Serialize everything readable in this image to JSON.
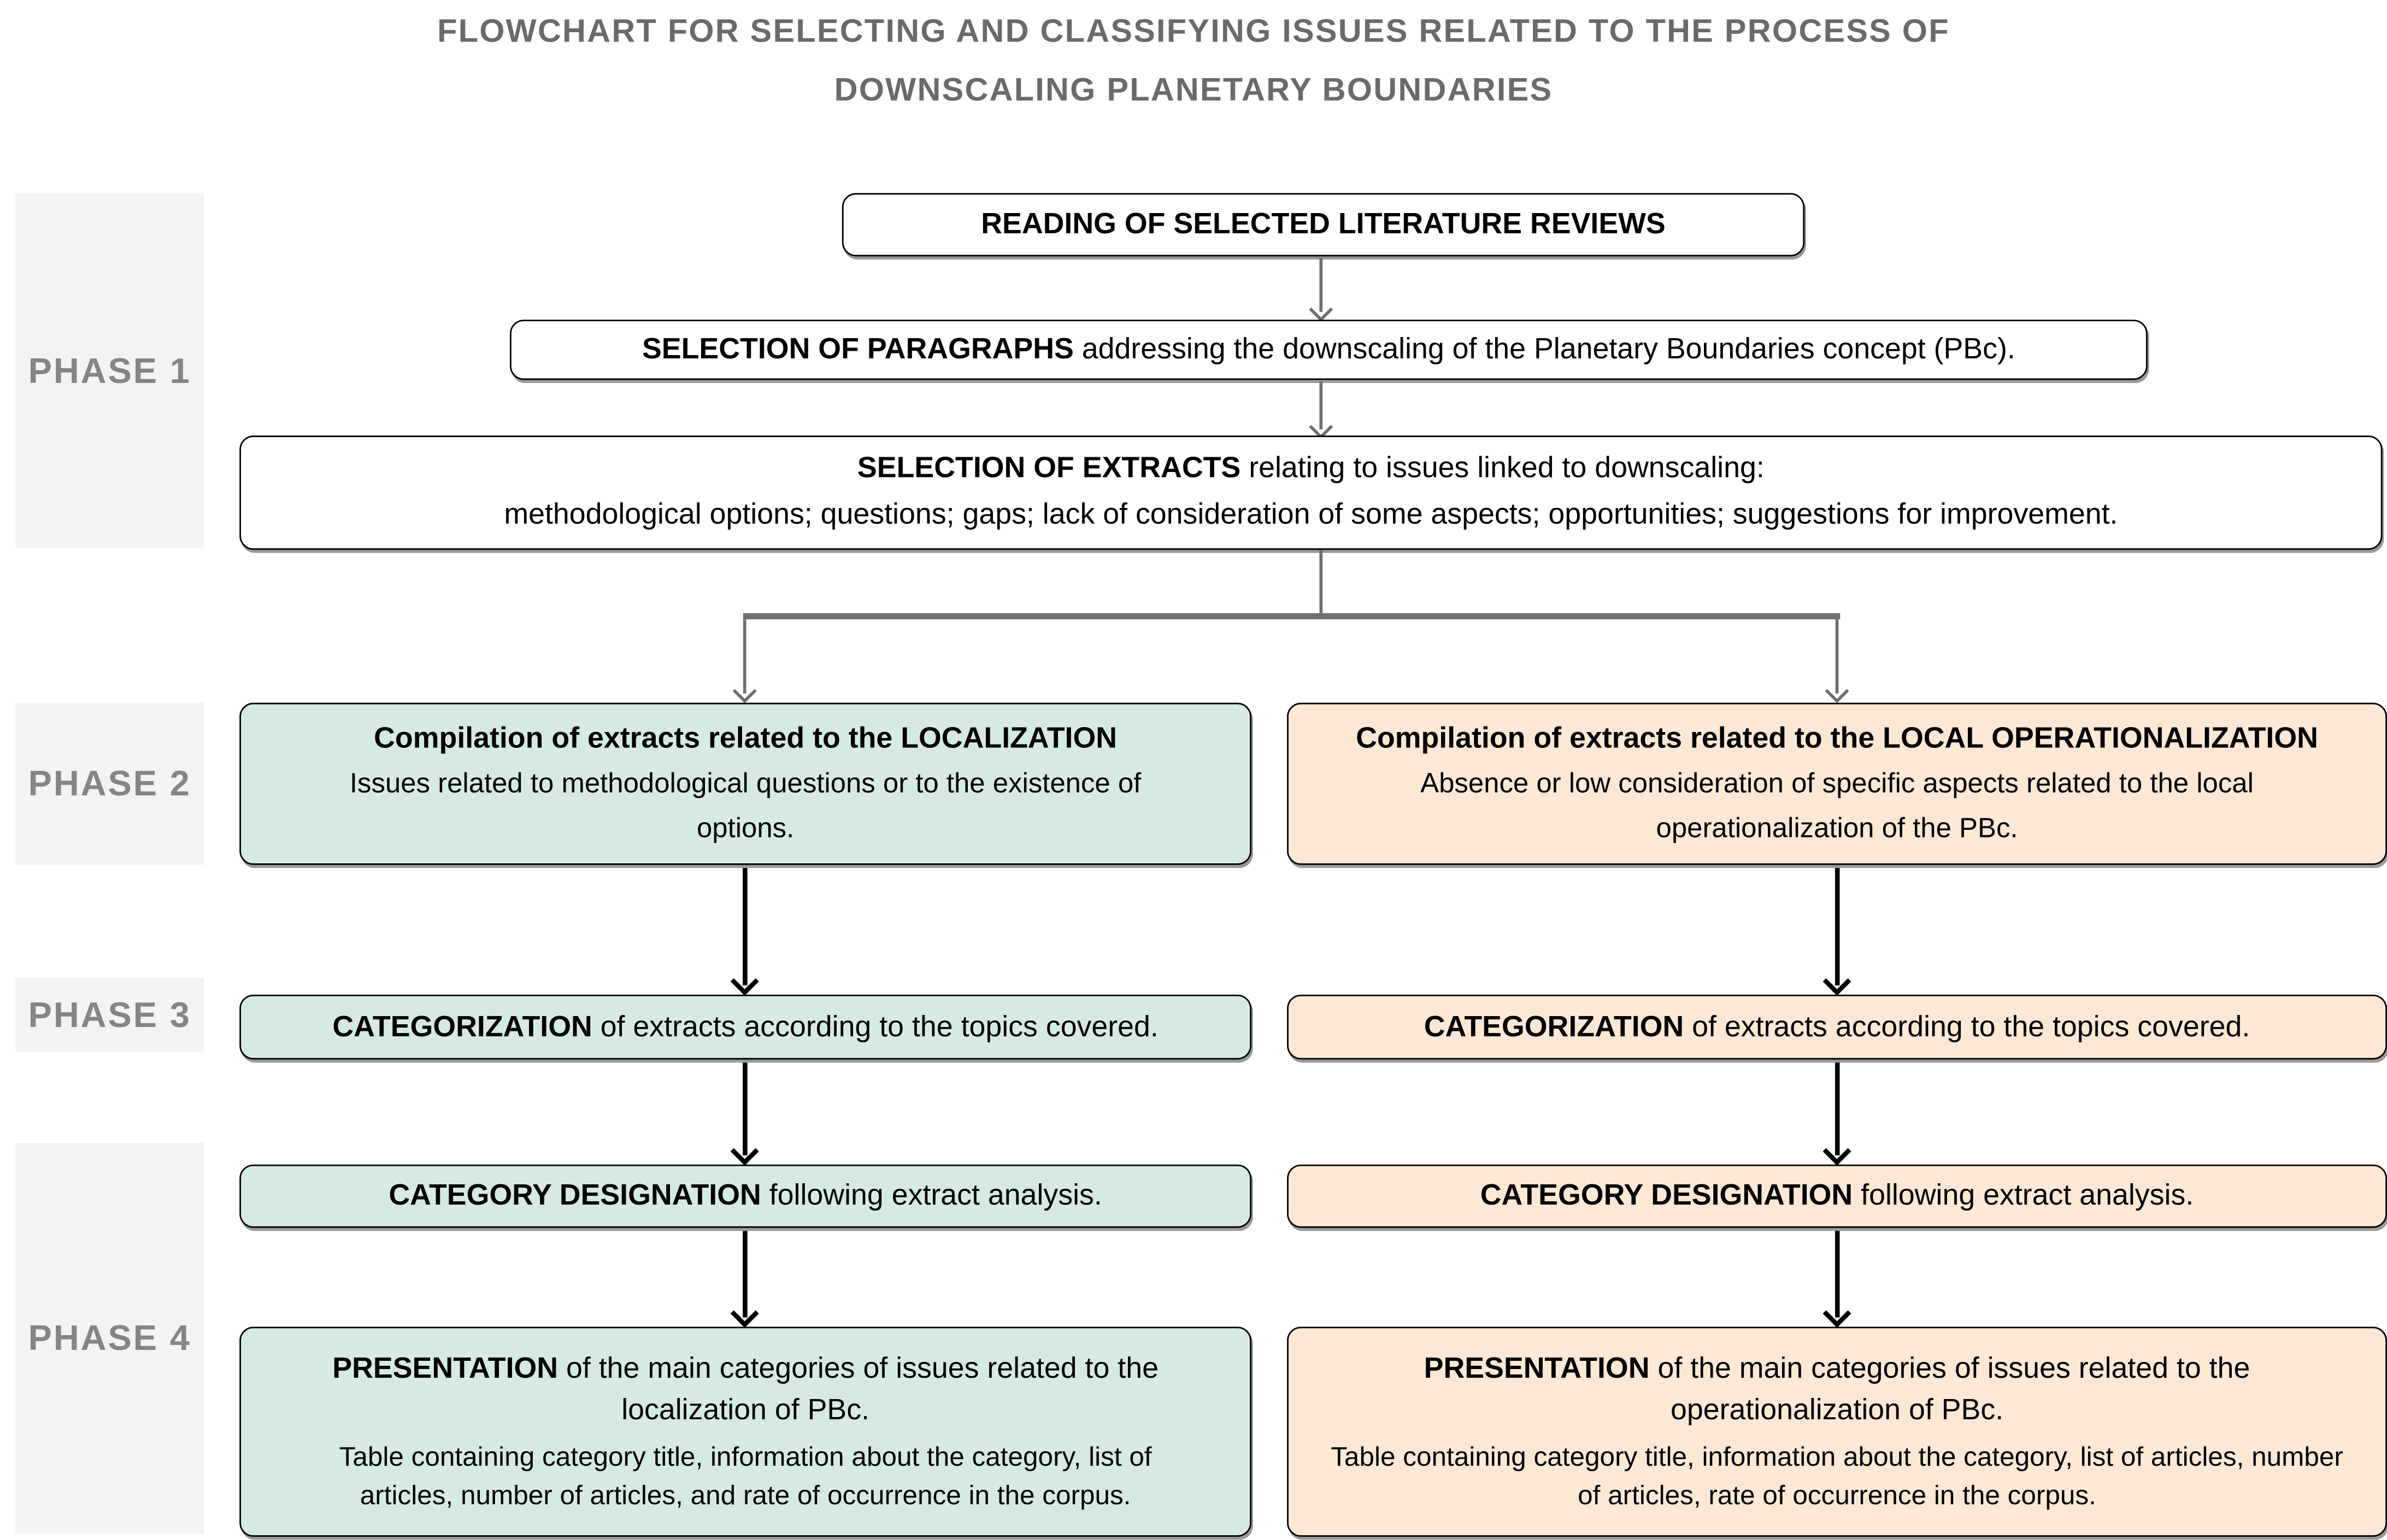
{
  "title": {
    "line1": "FLOWCHART FOR SELECTING AND CLASSIFYING ISSUES RELATED TO THE PROCESS OF",
    "line2": "DOWNSCALING PLANETARY BOUNDARIES"
  },
  "phase_labels": [
    {
      "label": "PHASE 1"
    },
    {
      "label": "PHASE 2"
    },
    {
      "label": "PHASE 3"
    },
    {
      "label": "PHASE 4"
    }
  ],
  "flow": {
    "reading": "READING OF SELECTED LITERATURE REVIEWS",
    "paragraphs_bold": "SELECTION OF PARAGRAPHS",
    "paragraphs_rest": " addressing the downscaling of the Planetary Boundaries concept (PBc).",
    "extracts_bold": "SELECTION OF EXTRACTS",
    "extracts_rest": " relating to issues linked to downscaling:",
    "extracts_line2": "methodological options; questions; gaps; lack of consideration of some aspects; opportunities; suggestions for improvement."
  },
  "localization": {
    "compilation_bold": "Compilation of extracts related to the LOCALIZATION",
    "compilation_desc": "Issues related to methodological questions or to the existence of options.",
    "categorization_bold": "CATEGORIZATION",
    "categorization_rest": " of extracts according to the topics covered.",
    "designation_bold": "CATEGORY DESIGNATION",
    "designation_rest": " following extract analysis.",
    "presentation_bold": "PRESENTATION",
    "presentation_rest": " of the main categories of issues related to the localization of PBc.",
    "presentation_desc": "Table containing category title, information about the category, list of articles, number of articles, and rate of occurrence in the corpus."
  },
  "operationalization": {
    "compilation_bold": "Compilation of extracts related to the LOCAL OPERATIONALIZATION",
    "compilation_desc": "Absence or low consideration of specific aspects related to the local operationalization of the PBc.",
    "categorization_bold": "CATEGORIZATION",
    "categorization_rest": " of extracts according to the topics covered.",
    "designation_bold": "CATEGORY DESIGNATION",
    "designation_rest": " following extract analysis.",
    "presentation_bold": "PRESENTATION",
    "presentation_rest": " of the main categories of issues related to the operationalization of PBc.",
    "presentation_desc": "Table containing category title, information about the category, list of articles, number of articles, rate of occurrence in the corpus."
  },
  "colors": {
    "localization_fill": "#d5ebe2",
    "operationalization_fill": "#fce8d5",
    "phase_strip_bg": "#f3f3f3",
    "phase_text": "#858585",
    "title_text": "#6a6a6a",
    "connector_gray": "#6f6f6f",
    "connector_black": "#000000",
    "box_border": "#000000"
  }
}
